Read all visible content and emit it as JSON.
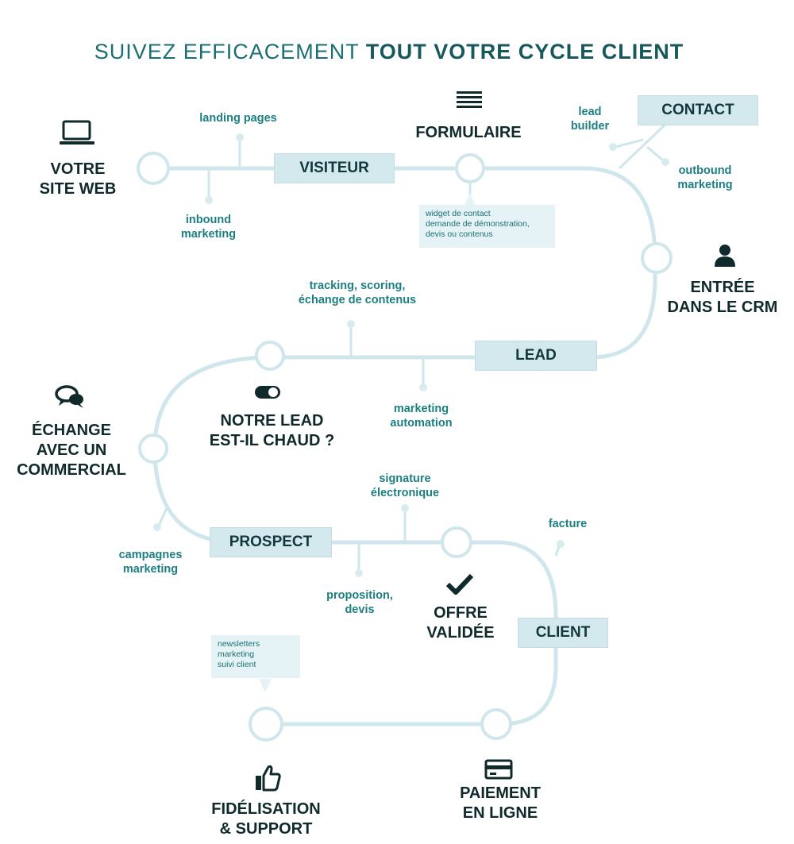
{
  "title": {
    "normal": "SUIVEZ EFFICACEMENT ",
    "bold": "TOUT VOTRE CYCLE CLIENT"
  },
  "stages": {
    "visiteur": "VISITEUR",
    "contact": "CONTACT",
    "lead": "LEAD",
    "prospect": "PROSPECT",
    "client": "CLIENT"
  },
  "nodes": {
    "site_web": [
      "VOTRE",
      "SITE WEB"
    ],
    "formulaire": [
      "FORMULAIRE"
    ],
    "entree_crm": [
      "ENTRÉE",
      "DANS LE CRM"
    ],
    "lead_chaud": [
      "NOTRE LEAD",
      "EST-IL CHAUD ?"
    ],
    "echange": [
      "ÉCHANGE",
      "AVEC UN",
      "COMMERCIAL"
    ],
    "offre": [
      "OFFRE",
      "VALIDÉE"
    ],
    "fidelisation": [
      "FIDÉLISATION",
      "& SUPPORT"
    ],
    "paiement": [
      "PAIEMENT",
      "EN LIGNE"
    ]
  },
  "notes": {
    "landing_pages": [
      "landing pages"
    ],
    "inbound": [
      "inbound",
      "marketing"
    ],
    "lead_builder": [
      "lead",
      "builder"
    ],
    "outbound": [
      "outbound",
      "marketing"
    ],
    "tracking": [
      "tracking, scoring,",
      "échange de contenus"
    ],
    "marketing_automation": [
      "marketing",
      "automation"
    ],
    "signature": [
      "signature",
      "électronique"
    ],
    "campagnes": [
      "campagnes",
      "marketing"
    ],
    "proposition": [
      "proposition,",
      "devis"
    ],
    "facture": [
      "facture"
    ]
  },
  "bubbles": {
    "widget": [
      "widget de contact",
      "demande de démonstration,",
      "devis ou contenus"
    ],
    "newsletters": [
      "newsletters",
      "marketing",
      "suivi client"
    ]
  },
  "icons": {
    "laptop": "laptop-icon",
    "list": "list-icon",
    "user": "user-icon",
    "toggle": "toggle-icon",
    "chat": "chat-icon",
    "check": "check-icon",
    "thumbs_up": "thumbs-up-icon",
    "card": "credit-card-icon"
  },
  "colors": {
    "path": "#cfe7ec",
    "accent": "#1b6f74",
    "box": "#d3e9ee",
    "label": "#102a2c"
  }
}
